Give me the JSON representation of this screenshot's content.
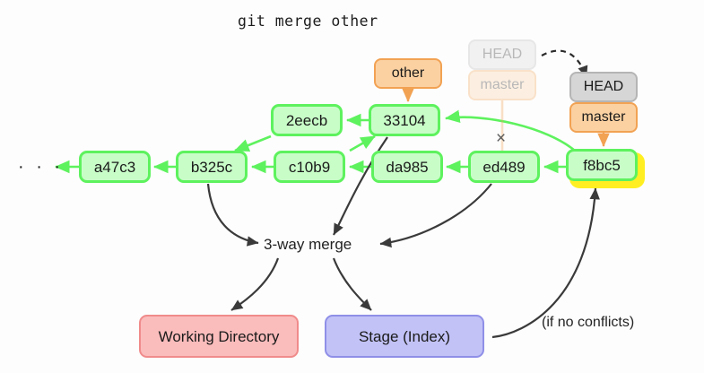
{
  "title": "git merge other",
  "colors": {
    "commit_fill": "#c8fdc8",
    "commit_border": "#5ef25e",
    "branch_fill": "#fbd1a2",
    "branch_border": "#f2a253",
    "head_fill": "#d6d6d6",
    "head_border": "#b5b5b5",
    "highlight": "#ffef22",
    "working_directory_fill": "#fbbcbc",
    "stage_fill": "#c2c2f7",
    "arrow_dark": "#3a3a3a",
    "arrow_green": "#5ef25e",
    "background": "#fdfdfd"
  },
  "commits": {
    "ellipsis": "· · ·",
    "a47c3": "a47c3",
    "b325c": "b325c",
    "c10b9": "c10b9",
    "da985": "da985",
    "ed489": "ed489",
    "f8bc5": "f8bc5",
    "two_eecb": "2eecb",
    "three3104": "33104"
  },
  "labels": {
    "other": "other",
    "head_old": "HEAD",
    "master_old": "master",
    "head_new": "HEAD",
    "master_new": "master"
  },
  "annotations": {
    "merge": "3-way merge",
    "conditional": "(if no conflicts)",
    "cut_mark": "×"
  },
  "areas": {
    "working_directory": "Working Directory",
    "stage": "Stage (Index)"
  }
}
